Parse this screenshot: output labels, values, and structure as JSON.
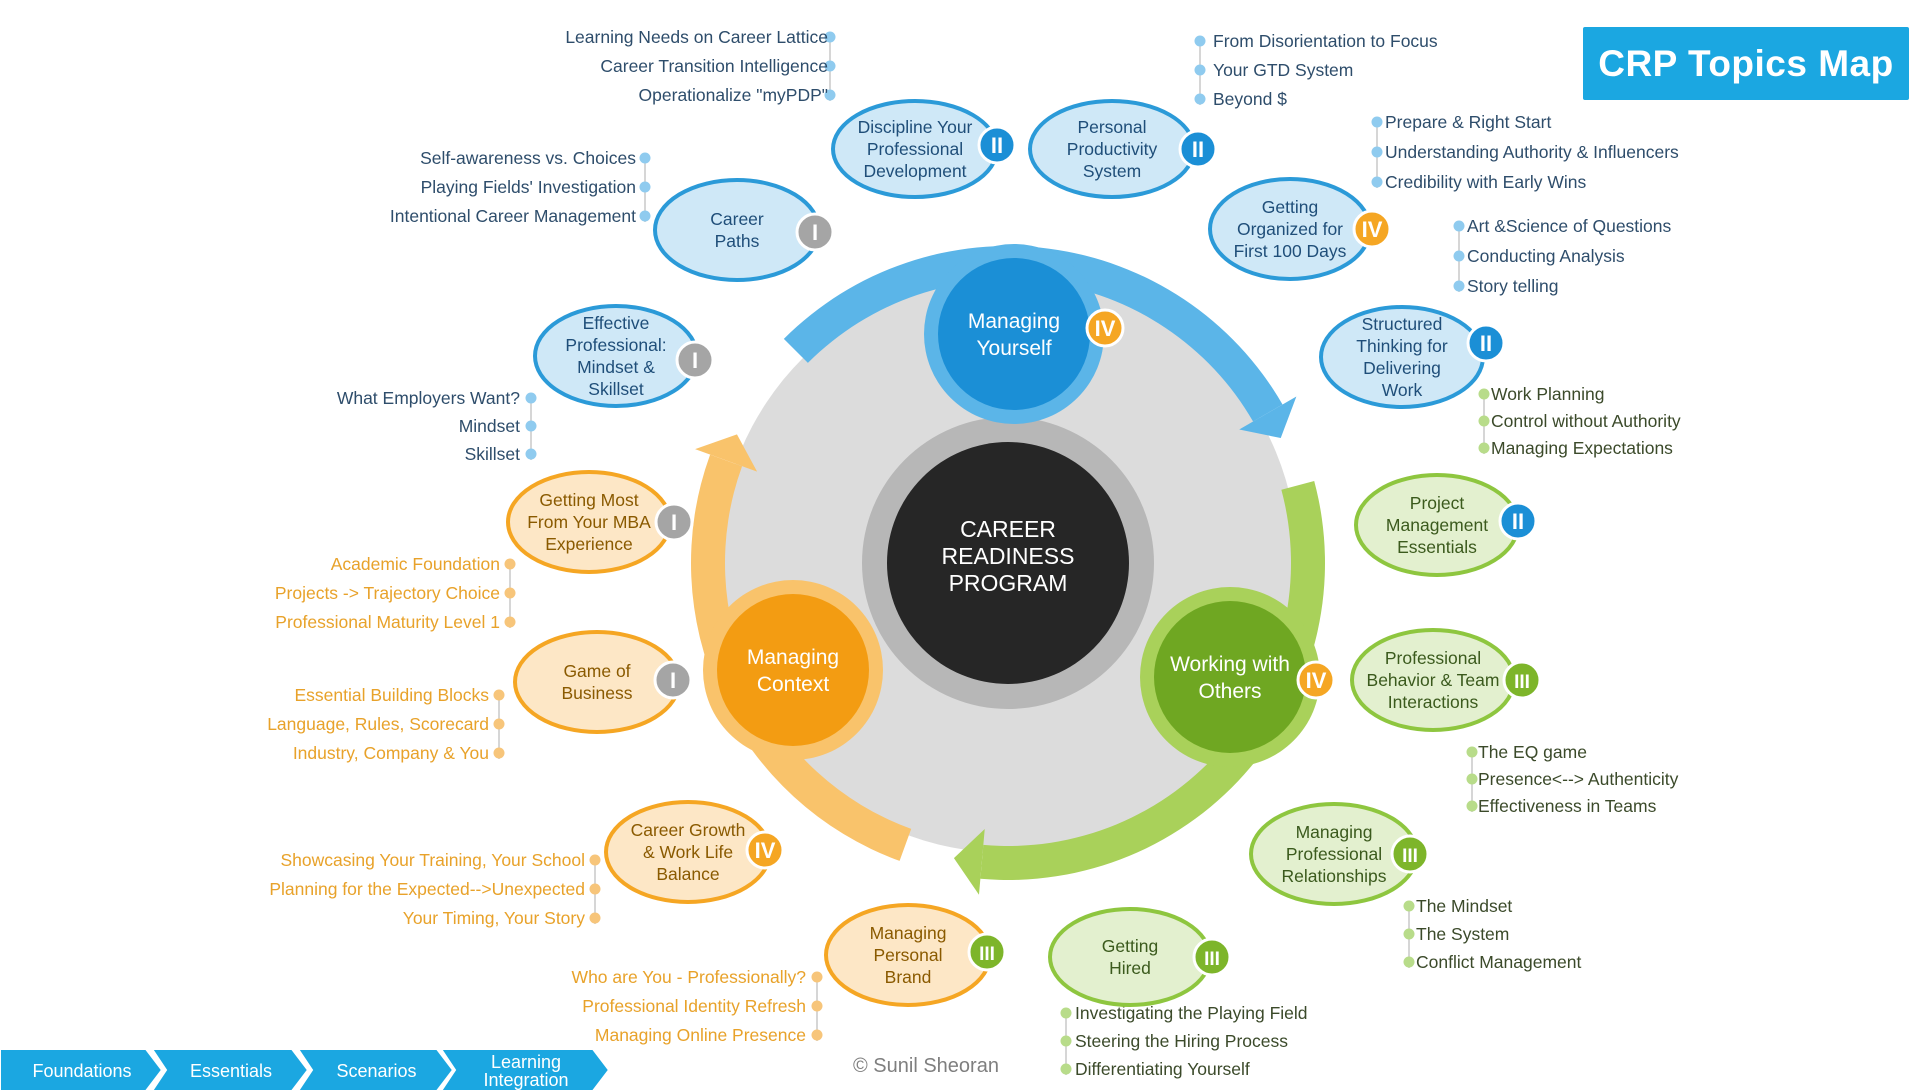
{
  "title": "CRP Topics Map",
  "center": [
    "CAREER",
    "READINESS",
    "PROGRAM"
  ],
  "copyright": "© Sunil Sheoran",
  "hubs": [
    {
      "id": "hub-managing-yourself",
      "lines": [
        "Managing",
        "Yourself"
      ],
      "badge": "IV",
      "color": "#1b8fd6"
    },
    {
      "id": "hub-working-with-others",
      "lines": [
        "Working with",
        "Others"
      ],
      "badge": "IV",
      "color": "#7db52a"
    },
    {
      "id": "hub-managing-context",
      "lines": [
        "Managing",
        "Context"
      ],
      "badge": "",
      "color": "#f39c12"
    }
  ],
  "topics": [
    {
      "id": "discipline-pd",
      "lines": [
        "Discipline Your",
        "Professional",
        "Development"
      ],
      "badge": "II",
      "group": "blue",
      "items": [
        "Learning Needs on Career Lattice",
        "Career Transition Intelligence",
        "Operationalize \"myPDP\""
      ]
    },
    {
      "id": "personal-productivity",
      "lines": [
        "Personal",
        "Productivity",
        "System"
      ],
      "badge": "II",
      "group": "blue",
      "items": [
        "From Disorientation to Focus",
        "Your GTD System",
        "Beyond $"
      ]
    },
    {
      "id": "career-paths",
      "lines": [
        "Career",
        "Paths"
      ],
      "badge": "I",
      "group": "blue",
      "items": [
        "Self-awareness vs. Choices",
        "Playing Fields' Investigation",
        "Intentional Career Management"
      ]
    },
    {
      "id": "first-100-days",
      "lines": [
        "Getting",
        "Organized for",
        "First 100 Days"
      ],
      "badge": "IV",
      "group": "blue",
      "items": [
        "Prepare & Right Start",
        "Understanding Authority & Influencers",
        "Credibility with Early Wins"
      ]
    },
    {
      "id": "effective-professional",
      "lines": [
        "Effective",
        "Professional:",
        "Mindset &",
        "Skillset"
      ],
      "badge": "I",
      "group": "blue",
      "items": [
        "What Employers Want?",
        "Mindset",
        "Skillset"
      ]
    },
    {
      "id": "structured-thinking",
      "lines": [
        "Structured",
        "Thinking for",
        "Delivering",
        "Work"
      ],
      "badge": "II",
      "group": "blue",
      "items": [
        "Art &Science of Questions",
        "Conducting Analysis",
        "Story telling"
      ]
    },
    {
      "id": "project-management",
      "lines": [
        "Project",
        "Management",
        "Essentials"
      ],
      "badge": "II",
      "group": "green",
      "items": [
        "Work Planning",
        "Control without Authority",
        "Managing Expectations"
      ]
    },
    {
      "id": "mba-experience",
      "lines": [
        "Getting Most",
        "From Your MBA",
        "Experience"
      ],
      "badge": "I",
      "group": "orange",
      "items": [
        "Academic Foundation",
        "Projects -> Trajectory Choice",
        "Professional Maturity Level  1"
      ]
    },
    {
      "id": "professional-behavior",
      "lines": [
        "Professional",
        "Behavior & Team",
        "Interactions"
      ],
      "badge": "III",
      "group": "green",
      "items": [
        "The EQ game",
        "Presence<--> Authenticity",
        "Effectiveness in Teams"
      ]
    },
    {
      "id": "game-of-business",
      "lines": [
        "Game of",
        "Business"
      ],
      "badge": "I",
      "group": "orange",
      "items": [
        "Essential Building Blocks",
        "Language, Rules, Scorecard",
        "Industry, Company & You"
      ]
    },
    {
      "id": "career-growth",
      "lines": [
        "Career Growth",
        "& Work Life",
        "Balance"
      ],
      "badge": "IV",
      "group": "orange",
      "items": [
        "Showcasing Your Training, Your School",
        "Planning for the Expected-->Unexpected",
        "Your Timing, Your Story"
      ]
    },
    {
      "id": "professional-relationships",
      "lines": [
        "Managing",
        "Professional",
        "Relationships"
      ],
      "badge": "III",
      "group": "green",
      "items": [
        "The Mindset",
        "The System",
        "Conflict Management"
      ]
    },
    {
      "id": "personal-brand",
      "lines": [
        "Managing",
        "Personal",
        "Brand"
      ],
      "badge": "III",
      "group": "orange",
      "items": [
        "Who are You - Professionally?",
        "Professional Identity Refresh",
        "Managing Online Presence"
      ]
    },
    {
      "id": "getting-hired",
      "lines": [
        "Getting",
        "Hired"
      ],
      "badge": "III",
      "group": "green",
      "items": [
        "Investigating the Playing Field",
        "Steering the Hiring Process",
        "Differentiating Yourself"
      ]
    }
  ],
  "levels": [
    {
      "label": "Foundations"
    },
    {
      "label": "Essentials"
    },
    {
      "label": "Scenarios"
    },
    {
      "label": "Learning Integration",
      "lines": [
        "Learning",
        "Integration"
      ]
    }
  ],
  "colors": {
    "blue_fill": "#cfe8f7",
    "blue_stroke": "#2b9ad8",
    "blue_text": "#1f4e79",
    "blue_item": "#2e4d6b",
    "blue_dot": "#8fcbef",
    "green_fill": "#e3f0cf",
    "green_stroke": "#8ec63f",
    "green_text": "#3b5a1d",
    "green_item": "#3b4a2a",
    "green_dot": "#b8dc8a",
    "orange_fill": "#fde7c6",
    "orange_stroke": "#f5a623",
    "orange_text": "#8a5a00",
    "orange_item": "#e8a22a",
    "orange_dot": "#f7c57a",
    "badge_I": "#a5a5a5",
    "badge_II": "#1b8fd6",
    "badge_III": "#7db52a",
    "badge_IV": "#f5a623",
    "arrow_blue": "#5bb5e8",
    "arrow_green": "#a9d15a",
    "arrow_orange": "#f9c36b",
    "ring": "#dcdcdc",
    "center": "#262626",
    "level": "#1ba7e1"
  }
}
